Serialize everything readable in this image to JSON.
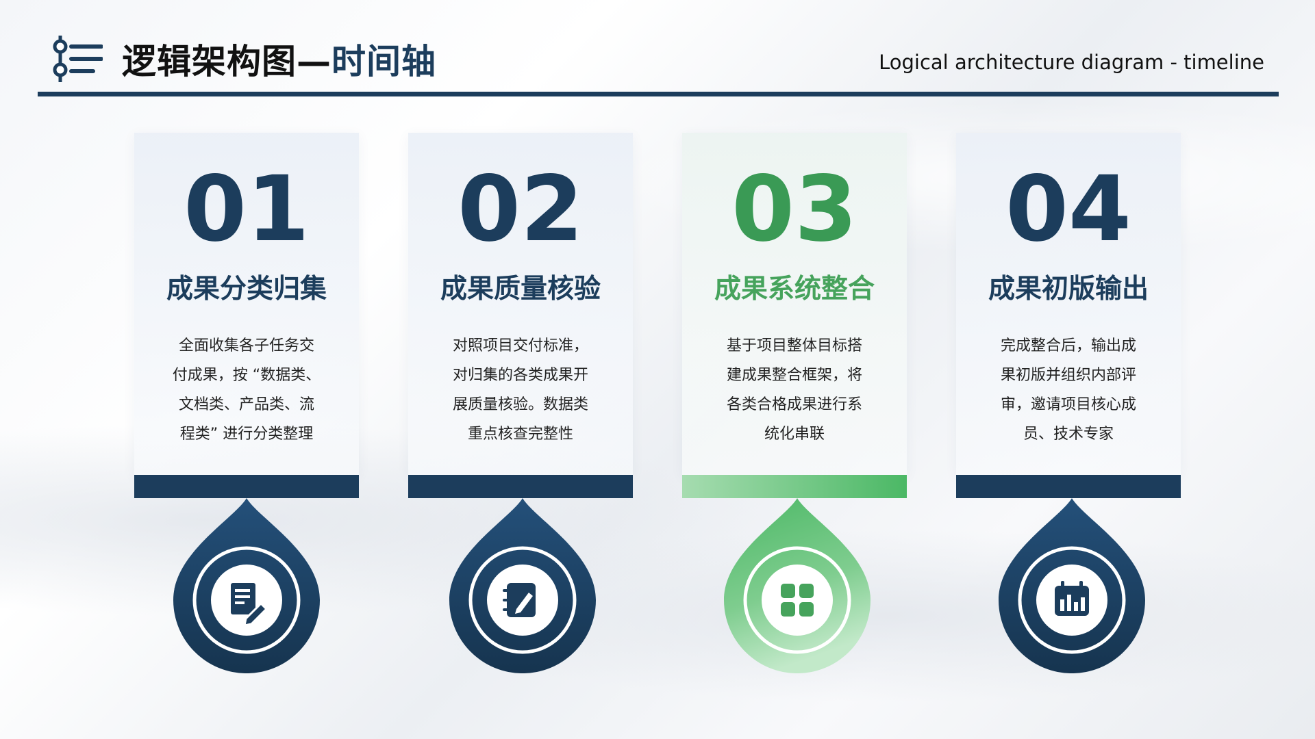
{
  "header": {
    "title_main": "逻辑架构图—",
    "title_accent": "时间轴",
    "subtitle": "Logical architecture diagram - timeline"
  },
  "colors": {
    "navy": "#1c3d5c",
    "green": "#46a35c",
    "green_light": "#a6dcb0"
  },
  "steps": [
    {
      "number": "01",
      "title": "成果分类归集",
      "desc_lines": [
        "全面收集各子任务交",
        "付成果，按 “数据类、",
        "文档类、产品类、流",
        "程类” 进行分类整理"
      ],
      "icon": "document-edit-icon",
      "accent": "navy"
    },
    {
      "number": "02",
      "title": "成果质量核验",
      "desc_lines": [
        "对照项目交付标准，",
        "对归集的各类成果开",
        "展质量核验。数据类",
        "重点核查完整性"
      ],
      "icon": "notebook-pen-icon",
      "accent": "navy"
    },
    {
      "number": "03",
      "title": "成果系统整合",
      "desc_lines": [
        "基于项目整体目标搭",
        "建成果整合框架，将",
        "各类合格成果进行系",
        "统化串联"
      ],
      "icon": "grid-apps-icon",
      "accent": "green"
    },
    {
      "number": "04",
      "title": "成果初版输出",
      "desc_lines": [
        "完成整合后，输出成",
        "果初版并组织内部评",
        "审，邀请项目核心成",
        "员、技术专家"
      ],
      "icon": "calendar-chart-icon",
      "accent": "navy"
    }
  ]
}
